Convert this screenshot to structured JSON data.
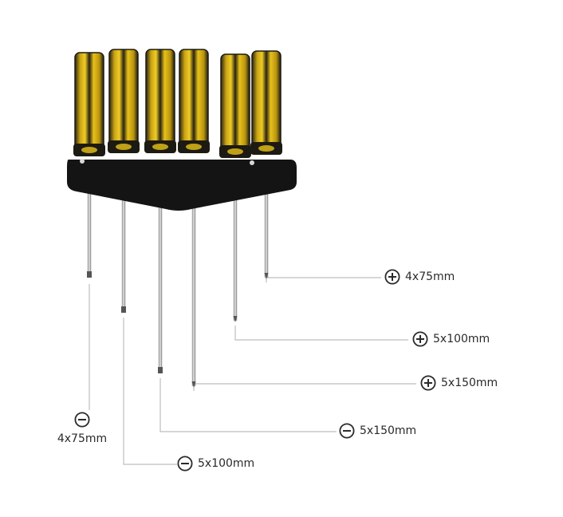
{
  "colors": {
    "handle_yellow": "#e8c21a",
    "handle_dark": "#1c1a12",
    "rack": "#141414",
    "shaft": "#b9b9b9",
    "leader_line": "#bdbdbd",
    "text": "#2a2a2a"
  },
  "screwdrivers": [
    {
      "tip": "slotted",
      "label": "4x75mm",
      "symbol": "minus-circle-icon"
    },
    {
      "tip": "slotted",
      "label": "5x100mm",
      "symbol": "minus-circle-icon"
    },
    {
      "tip": "slotted",
      "label": "5x150mm",
      "symbol": "minus-circle-icon"
    },
    {
      "tip": "phillips",
      "label": "5x150mm",
      "symbol": "plus-circle-icon"
    },
    {
      "tip": "phillips",
      "label": "5x100mm",
      "symbol": "plus-circle-icon"
    },
    {
      "tip": "phillips",
      "label": "4x75mm",
      "symbol": "plus-circle-icon"
    }
  ]
}
